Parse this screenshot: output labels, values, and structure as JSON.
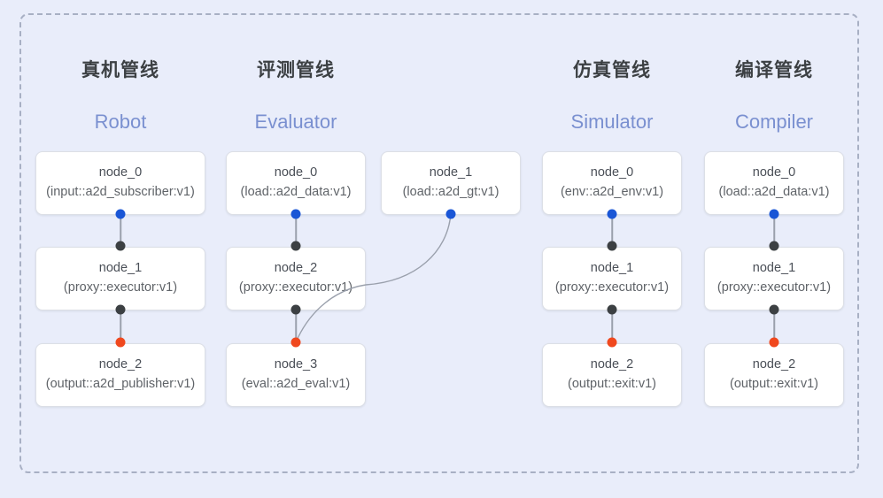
{
  "diagram": {
    "frame_label": "pipeline-group-frame",
    "background_color": "#e9edfa",
    "frame_border_color": "#a8b0c4",
    "port_colors": {
      "output_blue": "#1a56d6",
      "link_dark": "#3c4043",
      "input_red": "#f0481e"
    },
    "edge_color": "#9aa0ac"
  },
  "columns": [
    {
      "title_cn": "真机管线",
      "title_en": "Robot",
      "nodes": [
        {
          "name": "node_0",
          "type": "(input::a2d_subscriber:v1)"
        },
        {
          "name": "node_1",
          "type": "(proxy::executor:v1)"
        },
        {
          "name": "node_2",
          "type": "(output::a2d_publisher:v1)"
        }
      ]
    },
    {
      "title_cn": "评测管线",
      "title_en": "Evaluator",
      "nodes": [
        {
          "name": "node_0",
          "type": "(load::a2d_data:v1)"
        },
        {
          "name": "node_2",
          "type": "(proxy::executor:v1)"
        },
        {
          "name": "node_3",
          "type": "(eval::a2d_eval:v1)"
        },
        {
          "name": "node_1",
          "type": "(load::a2d_gt:v1)"
        }
      ]
    },
    {
      "title_cn": "仿真管线",
      "title_en": "Simulator",
      "nodes": [
        {
          "name": "node_0",
          "type": "(env::a2d_env:v1)"
        },
        {
          "name": "node_1",
          "type": "(proxy::executor:v1)"
        },
        {
          "name": "node_2",
          "type": "(output::exit:v1)"
        }
      ]
    },
    {
      "title_cn": "编译管线",
      "title_en": "Compiler",
      "nodes": [
        {
          "name": "node_0",
          "type": "(load::a2d_data:v1)"
        },
        {
          "name": "node_1",
          "type": "(proxy::executor:v1)"
        },
        {
          "name": "node_2",
          "type": "(output::exit:v1)"
        }
      ]
    }
  ]
}
